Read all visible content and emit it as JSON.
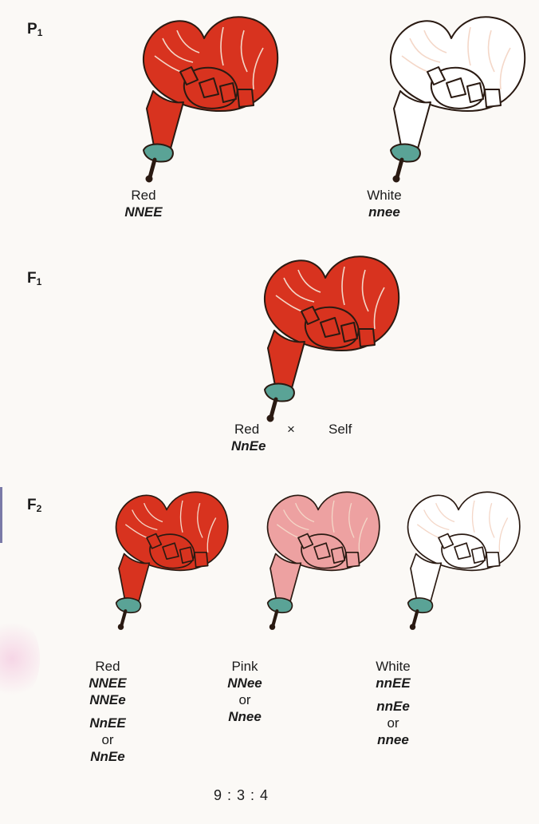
{
  "colors": {
    "red_petal": "#d8331f",
    "pink_petal": "#eda1a1",
    "white_petal": "#ffffff",
    "outline": "#2a1a12",
    "calyx": "#5aa396"
  },
  "p1": {
    "label_main": "P",
    "label_sub": "1",
    "red": {
      "phenotype": "Red",
      "genotype": "NNEE"
    },
    "white": {
      "phenotype": "White",
      "genotype": "nnee"
    }
  },
  "f1": {
    "label_main": "F",
    "label_sub": "1",
    "phenotype": "Red",
    "cross_symbol": "×",
    "self": "Self",
    "genotype": "NnEe"
  },
  "f2": {
    "label_main": "F",
    "label_sub": "2",
    "red": {
      "phenotype": "Red",
      "genotypes_top": [
        "NNEE",
        "NNEe"
      ],
      "genotype_bottom_1": "NnEE",
      "or": "or",
      "genotype_bottom_2": "NnEe"
    },
    "pink": {
      "phenotype": "Pink",
      "genotype_1": "NNee",
      "or": "or",
      "genotype_2": "Nnee"
    },
    "white": {
      "phenotype": "White",
      "genotype_top": "nnEE",
      "genotype_bottom_1": "nnEe",
      "or": "or",
      "genotype_bottom_2": "nnee"
    },
    "ratio": "9 : 3 : 4"
  }
}
